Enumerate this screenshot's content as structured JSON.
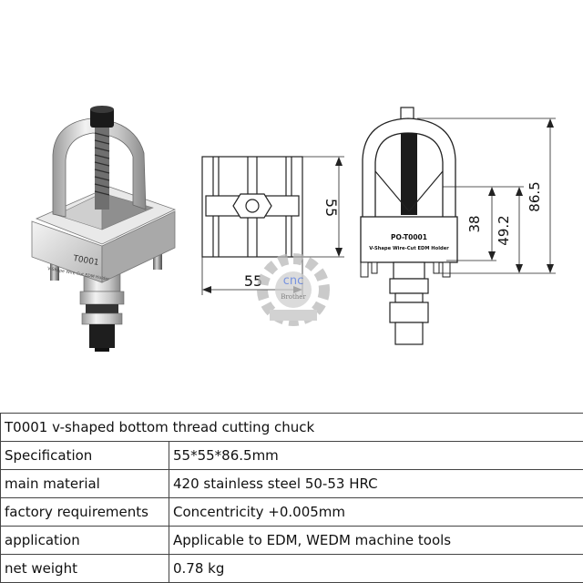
{
  "product_photo": {
    "model_label": "T0001",
    "plate_text": "V-Shape Wire-Cut EDM Holder"
  },
  "drawing_front": {
    "dim_width": "55",
    "dim_height": "55"
  },
  "drawing_side": {
    "model_label": "PO-T0001",
    "plate_text": "V-Shape Wire-Cut EDM Holder",
    "dim_38": "38",
    "dim_49_2": "49.2",
    "dim_86_5": "86.5"
  },
  "watermark": {
    "brand": "cnc",
    "sub": "Brother"
  },
  "table": {
    "title": "T0001 v-shaped bottom thread cutting chuck",
    "rows": [
      {
        "label": "Specification",
        "value": "55*55*86.5mm"
      },
      {
        "label": "main material",
        "value": "420 stainless steel 50-53 HRC"
      },
      {
        "label": "factory requirements",
        "value": "Concentricity +0.005mm"
      },
      {
        "label": "application",
        "value": "Applicable to EDM, WEDM machine tools"
      },
      {
        "label": "net weight",
        "value": "0.78 kg"
      }
    ]
  },
  "colors": {
    "steel_light": "#e6e6e6",
    "steel_mid": "#bdbdbd",
    "steel_dark": "#2a2a2a",
    "watermark_blue": "#4a6fd6",
    "watermark_grey": "#b9b9b9"
  }
}
